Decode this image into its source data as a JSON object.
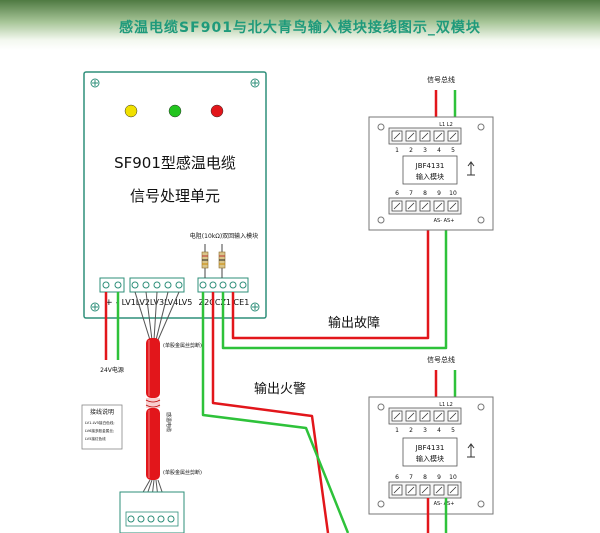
{
  "title": "感温电缆SF901与北大青鸟输入模块接线图示_双模块",
  "unit": {
    "line1": "SF901型感温电缆",
    "line2": "信号处理单元",
    "led_colors": [
      "#f0e000",
      "#22c41e",
      "#e2161b"
    ],
    "terminals_left": "+ -",
    "terminals_mid": "LV1LV2LV3LV4LV5",
    "terminals_right": "Z2CCZ1 CE1",
    "resistor_note": "电阻(10kΩ)双回输入模块"
  },
  "labels": {
    "power": "24V电源",
    "fault_output": "输出故障",
    "fire_output": "输出火警",
    "cable_vertical": "感温电缆",
    "sheath_top": "(单股金属丝剪断)",
    "sheath_bottom": "(单股金属丝剪断)"
  },
  "legend": {
    "title": "接线说明",
    "lines": [
      "LV1-LV5接白色线;",
      "LV6接多股金属丝;",
      "LV5接红色线"
    ]
  },
  "modules": [
    {
      "name": "JBF4131",
      "sub": "输入模块",
      "bus_label": "信号总线",
      "top_numbers": [
        "1",
        "2",
        "3",
        "4",
        "5"
      ],
      "bottom_numbers": [
        "6",
        "7",
        "8",
        "9",
        "10"
      ],
      "l_labels": "L1  L2",
      "as_labels": "AS-  AS+"
    },
    {
      "name": "JBF4131",
      "sub": "输入模块",
      "bus_label": "信号总线",
      "top_numbers": [
        "1",
        "2",
        "3",
        "4",
        "5"
      ],
      "bottom_numbers": [
        "6",
        "7",
        "8",
        "9",
        "10"
      ],
      "l_labels": "L1  L2",
      "as_labels": "AS-  AS+"
    }
  ],
  "colors": {
    "red": "#e2161b",
    "green": "#2ec23a",
    "teal": "#2e8f7a",
    "title": "#1f9a7b"
  }
}
